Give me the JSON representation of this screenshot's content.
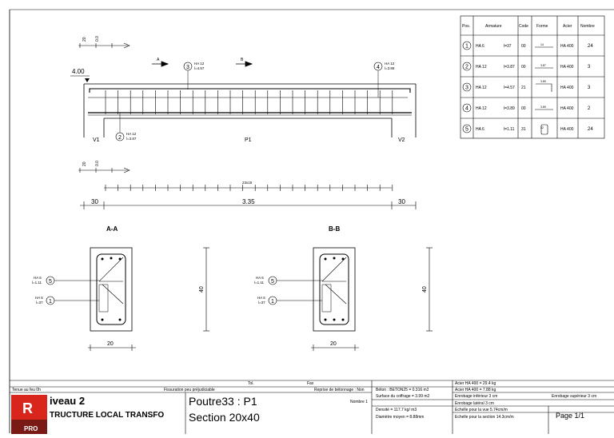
{
  "drawing": {
    "level": "4.00",
    "section_marks": [
      "A",
      "B"
    ],
    "beam_label": "P1",
    "support_left": "V1",
    "support_right": "V2",
    "scale_marks": [
      "20",
      "0.0"
    ],
    "stirrup_spacing": "23x15",
    "dim_left": "30",
    "dim_span": "3.35",
    "dim_right": "30",
    "section_a_title": "A-A",
    "section_b_title": "B-B",
    "section_height": "40",
    "section_width": "20",
    "callouts": [
      {
        "pos": "3",
        "bar": "HA 12",
        "len": "l=4.57"
      },
      {
        "pos": "4",
        "bar": "HA 12",
        "len": "l=3.89"
      },
      {
        "pos": "2",
        "bar": "HA 12",
        "len": "l=3.87"
      },
      {
        "pos": "5",
        "bar": "HA 6",
        "len": "l=1.11"
      },
      {
        "pos": "1",
        "bar": "HA 6",
        "len": "l=37"
      }
    ]
  },
  "schedule": {
    "headers": [
      "Pos.",
      "Armature",
      "Code",
      "Forme",
      "Acier",
      "Nombre"
    ],
    "rows": [
      {
        "pos": "1",
        "armature": "HA 6",
        "len": "l=37",
        "code": "00",
        "shape_label": "14",
        "acier": "HA 400",
        "nombre": "24"
      },
      {
        "pos": "2",
        "armature": "HA 12",
        "len": "l=3.87",
        "code": "00",
        "shape_label": "3.87",
        "acier": "HA 400",
        "nombre": "3"
      },
      {
        "pos": "3",
        "armature": "HA 12",
        "len": "l=4.57",
        "code": "21",
        "shape_label": "3.89",
        "acier": "HA 400",
        "nombre": "3"
      },
      {
        "pos": "4",
        "armature": "HA 12",
        "len": "l=3.89",
        "code": "00",
        "shape_label": "3.89",
        "acier": "HA 400",
        "nombre": "2"
      },
      {
        "pos": "5",
        "armature": "HA 6",
        "len": "l=1.11",
        "code": "31",
        "shape_label": "32",
        "acier": "HA 400",
        "nombre": "24"
      }
    ]
  },
  "title_block": {
    "tol": "Tol.",
    "fax": "Fax",
    "tenue_au_feu": "Tenue au feu 0h",
    "fissuration": "Fissuration peu préjudiciable",
    "reprise": "Reprise de bétonnage : Non",
    "logo_letter": "R",
    "logo_sub": "PRO",
    "niveau": "iveau 2",
    "structure": "TRUCTURE LOCAL TRANSFO",
    "poutre": "Poutre33 : P1",
    "section": "Section 20x40",
    "nombre": "Nombre 1",
    "beton": "Béton : BETON25 = 0.316 m3",
    "surface_coffrage": "Surface du coffrage = 3.99 m2",
    "densite": "Densité = 117.7 kg/ m3",
    "diametre": "Diamètre moyen = 8.88mm",
    "acier_400": "Acier HA 400 = 29.4 kg",
    "acier_400b": "Acier HA 400 = 7.88 kg",
    "enrobage_inf": "Enrobage inférieur 3 cm",
    "enrobage_sup": "Enrobage supérieur 3 cm",
    "enrobage_lat": "Enrobage latéral 3 cm",
    "echelle_vue": "Echelle pour la vue 5.74cm/m",
    "echelle_section": "Echelle pour la section 14.3cm/m",
    "page": "Page 1/1"
  }
}
